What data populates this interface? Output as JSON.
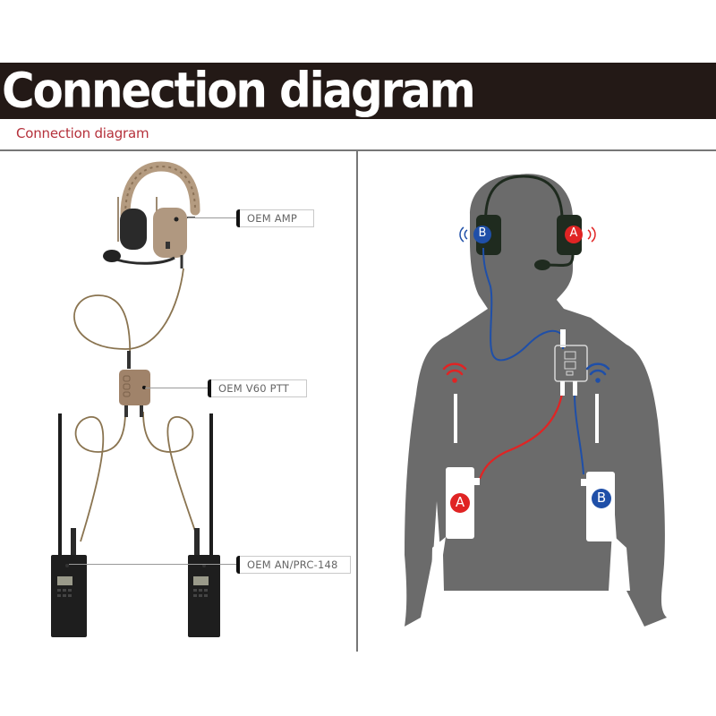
{
  "header": {
    "title": "Connection diagram",
    "subtitle": "Connection diagram"
  },
  "colors": {
    "title_band": "#231916",
    "subtitle_text": "#b5313b",
    "divider": "#777777",
    "cable_tan": "#8a7450",
    "device_tan": "#a0836a",
    "silhouette": "#6b6b6b",
    "channel_a": "#e02424",
    "channel_b": "#1f4fa8",
    "radio_black": "#1e1e1e"
  },
  "left_panel": {
    "callouts": [
      {
        "id": "amp",
        "label": "OEM AMP"
      },
      {
        "id": "ptt",
        "label": "OEM V60 PTT"
      },
      {
        "id": "radio",
        "label": "OEM AN/PRC-148"
      }
    ]
  },
  "right_panel": {
    "headset_badges": [
      {
        "ear": "left",
        "letter": "B",
        "color": "#1f4fa8"
      },
      {
        "ear": "right",
        "letter": "A",
        "color": "#e02424"
      }
    ],
    "radio_badges": [
      {
        "side": "left",
        "letter": "A",
        "color": "#e02424"
      },
      {
        "side": "right",
        "letter": "B",
        "color": "#1f4fa8"
      }
    ],
    "icons": [
      "wifi-signal-icon-red",
      "wifi-signal-icon-blue",
      "ptt-module-icon"
    ]
  }
}
